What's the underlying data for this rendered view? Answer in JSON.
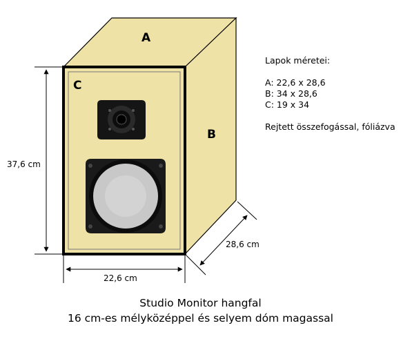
{
  "panels": {
    "top": "A",
    "side": "B",
    "front": "C"
  },
  "dimensions": {
    "height": "37,6 cm",
    "width": "22,6 cm",
    "depth": "28,6 cm"
  },
  "notes": {
    "heading": "Lapok méretei:",
    "lines": [
      "A: 22,6 x 28,6",
      "B: 34 x 28,6",
      "C: 19 x 34"
    ],
    "remark": "Rejtett összefogással, fóliázva"
  },
  "caption": {
    "line1": "Studio Monitor hangfal",
    "line2": "16 cm-es mélyközéppel és selyem dóm magassal"
  },
  "colors": {
    "wood": "#efe2a6",
    "outline": "#000000",
    "driver_cone": "#c8c8c8",
    "driver_frame": "#1a1a1a"
  }
}
